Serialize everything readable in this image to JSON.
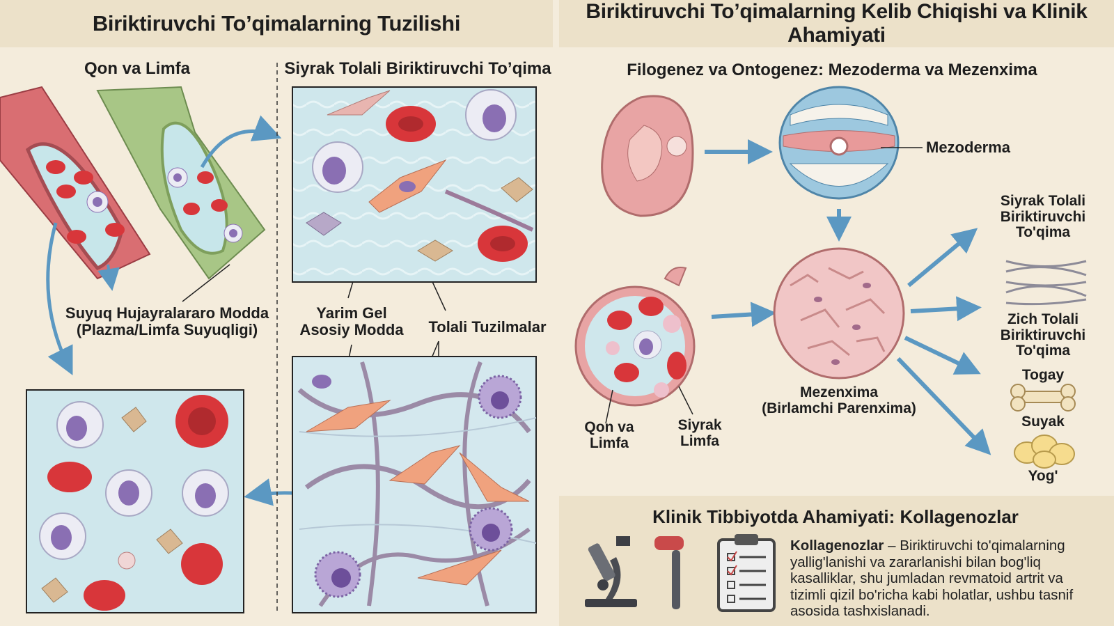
{
  "left_panel": {
    "title": "Biriktiruvchi To’qimalarning Tuzilishi",
    "blood_lymph_heading": "Qon va Limfa",
    "loose_tissue_heading": "Siyrak Tolali Biriktiruvchi To’qima",
    "fluid_label_line1": "Suyuq Hujayralararo Modda",
    "fluid_label_line2": "(Plazma/Limfa Suyuqligi)",
    "ground_label_line1": "Yarim Gel",
    "ground_label_line2": "Asosiy Modda",
    "fiber_label": "Tolali Tuzilmalar"
  },
  "right_panel": {
    "title": "Biriktiruvchi To’qimalarning Kelib Chiqishi va Klinik Ahamiyati",
    "origin_heading": "Filogenez va Ontogenez: Mezoderma va Mezenxima",
    "mesoderm_label": "Mezoderma",
    "mesenchyme_line1": "Mezenxima",
    "mesenchyme_line2": "(Birlamchi Parenxima)",
    "blood_line1": "Qon va",
    "blood_line2": "Limfa",
    "lymph_line1": "Siyrak",
    "lymph_line2": "Limfa",
    "loose_line1": "Siyrak Tolali",
    "loose_line2": "Biriktiruvchi",
    "loose_line3": "To'qima",
    "dense_line1": "Zich Tolali",
    "dense_line2": "Biriktiruvchi",
    "dense_line3": "To'qima",
    "cartilage": "Togay",
    "bone": "Suyak",
    "fat": "Yog'"
  },
  "clinical": {
    "heading": "Klinik Tibbiyotda Ahamiyati: Kollagenozlar",
    "term": "Kollagenozlar",
    "line1": " – Biriktiruvchi to'qimalarning",
    "line2": "yallig'lanishi va zararlanishi bilan bog'liq",
    "line3": "kasalliklar, shu jumladan revmatoid artrit va",
    "line4": "tizimli qizil bo'richa kabi holatlar, ushbu tasnif",
    "line5": "asosida tashxislanadi."
  },
  "colors": {
    "rbc": "#d8363a",
    "wbc_nucleus": "#8a6fb3",
    "fluid": "#cfe7ec",
    "arrow": "#6aa2c6",
    "mesenchyme": "#f1c6c6"
  },
  "icons": [
    "microscope-icon",
    "reflex-hammer-icon",
    "clipboard-checklist-icon"
  ]
}
